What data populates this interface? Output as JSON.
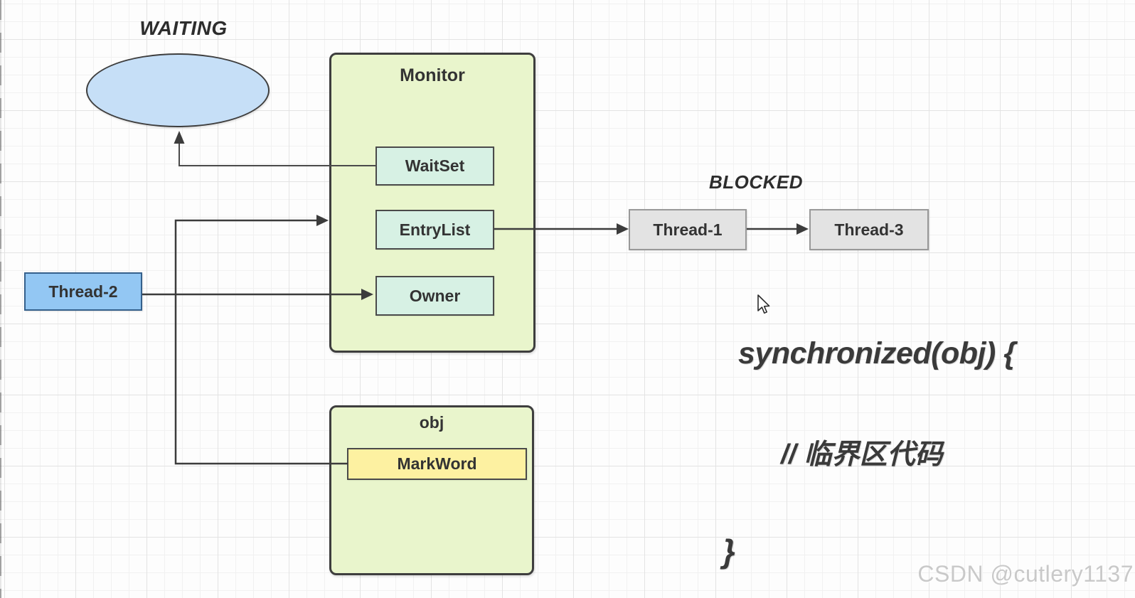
{
  "colors": {
    "grid_minor": "#f1f1f1",
    "grid_major": "#e3e3e3",
    "container_fill": "#e9f5cc",
    "container_border": "#3e3e3e",
    "field_fill": "#d7f1e4",
    "markword_fill": "#fdf1a1",
    "thread2_fill": "#93c7f3",
    "thread2_border": "#35608c",
    "threadgray_fill": "#e3e3e3",
    "threadgray_border": "#999999",
    "ellipse_fill": "#c6dff7",
    "line_color": "#3c3c3c",
    "text_color": "#333333",
    "code_color": "#3a3a3a",
    "watermark_color": "#c9c9c9"
  },
  "diagram": {
    "waiting_label": "WAITING",
    "blocked_label": "BLOCKED",
    "monitor": {
      "title": "Monitor",
      "waitset_label": "WaitSet",
      "entrylist_label": "EntryList",
      "owner_label": "Owner"
    },
    "object": {
      "title": "obj",
      "markword_label": "MarkWord"
    },
    "thread1_label": "Thread-1",
    "thread2_label": "Thread-2",
    "thread3_label": "Thread-3"
  },
  "code": {
    "line1": "synchronized(obj) {",
    "line2": "// 临界区代码",
    "line3": "}"
  },
  "watermark": "CSDN @cutlery1137"
}
